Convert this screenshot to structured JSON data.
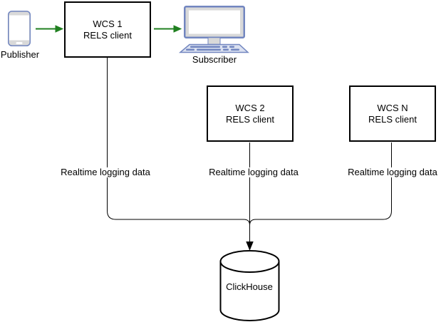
{
  "diagram": {
    "publisher_label": "Publisher",
    "subscriber_label": "Subscriber",
    "nodes": [
      {
        "title": "WCS 1",
        "subtitle": "RELS client"
      },
      {
        "title": "WCS 2",
        "subtitle": "RELS client"
      },
      {
        "title": "WCS N",
        "subtitle": "RELS client"
      }
    ],
    "edge_labels": [
      "Realtime logging data",
      "Realtime logging data",
      "Realtime logging data"
    ],
    "database_label": "ClickHouse",
    "colors": {
      "arrow_green": "#208020",
      "device_blue": "#7286c0",
      "edge_black": "#000000"
    }
  }
}
